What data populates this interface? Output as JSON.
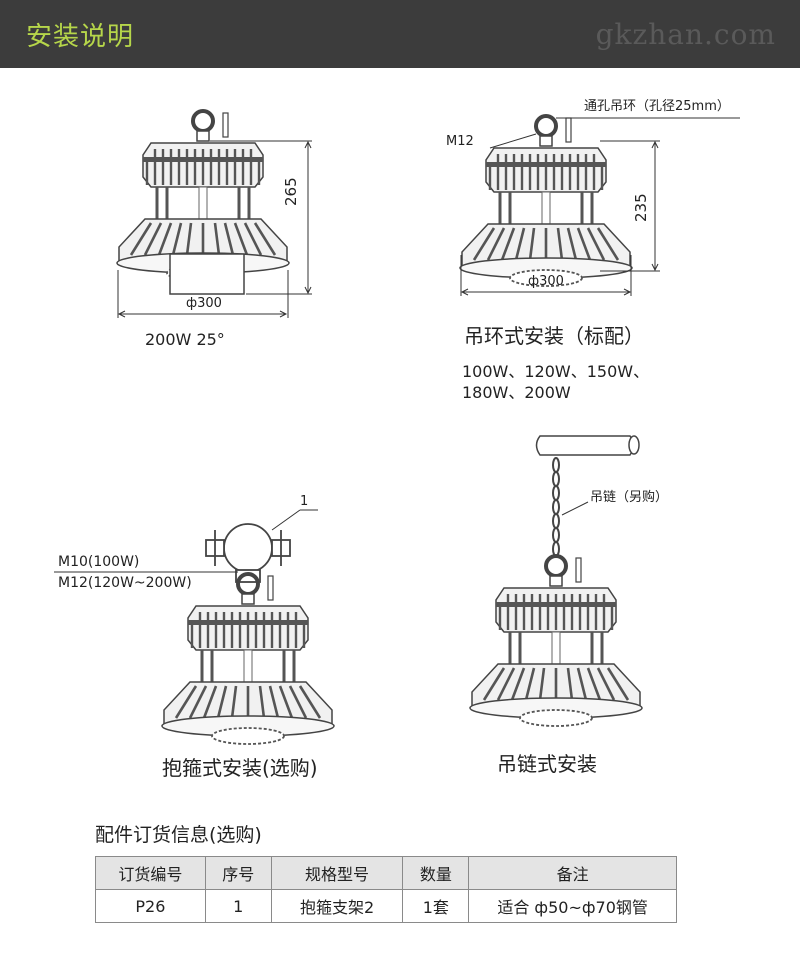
{
  "header": {
    "title": "安装说明",
    "watermark": "gkzhan.com"
  },
  "fig1": {
    "caption": "200W  25°",
    "dim_height": "265",
    "dim_width": "ф300"
  },
  "fig2": {
    "caption": "吊环式安装（标配）",
    "models_line1": "100W、120W、150W、",
    "models_line2": "180W、200W",
    "hole_label": "通孔吊环（孔径25mm）",
    "bolt_label": "M12",
    "dim_height": "235",
    "dim_width": "ф300"
  },
  "fig3": {
    "caption": "抱箍式安装(选购)",
    "callout": "1",
    "bolt1": "M10(100W)",
    "bolt2": "M12(120W~200W)"
  },
  "fig4": {
    "caption": "吊链式安装",
    "chain_label": "吊链（另购）"
  },
  "order": {
    "title": "配件订货信息(选购)",
    "headers": [
      "订货编号",
      "序号",
      "规格型号",
      "数量",
      "备注"
    ],
    "rows": [
      [
        "P26",
        "1",
        "抱箍支架2",
        "1套",
        "适合 ф50~ф70钢管"
      ]
    ]
  }
}
